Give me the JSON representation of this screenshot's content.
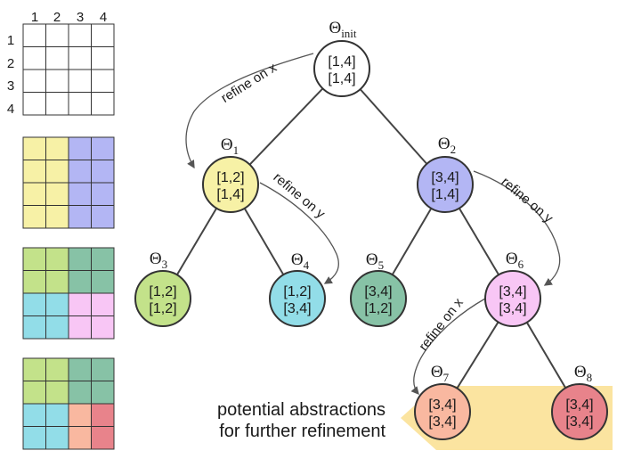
{
  "grid": {
    "col_labels": [
      "1",
      "2",
      "3",
      "4"
    ],
    "row_labels": [
      "1",
      "2",
      "3",
      "4"
    ],
    "partitions": [
      {
        "name": "initial",
        "cells": [
          [
            "#ffffff",
            "#ffffff",
            "#ffffff",
            "#ffffff"
          ],
          [
            "#ffffff",
            "#ffffff",
            "#ffffff",
            "#ffffff"
          ],
          [
            "#ffffff",
            "#ffffff",
            "#ffffff",
            "#ffffff"
          ],
          [
            "#ffffff",
            "#ffffff",
            "#ffffff",
            "#ffffff"
          ]
        ]
      },
      {
        "name": "split-x",
        "cells": [
          [
            "#f7f1a6",
            "#f7f1a6",
            "#b3b6f4",
            "#b3b6f4"
          ],
          [
            "#f7f1a6",
            "#f7f1a6",
            "#b3b6f4",
            "#b3b6f4"
          ],
          [
            "#f7f1a6",
            "#f7f1a6",
            "#b3b6f4",
            "#b3b6f4"
          ],
          [
            "#f7f1a6",
            "#f7f1a6",
            "#b3b6f4",
            "#b3b6f4"
          ]
        ]
      },
      {
        "name": "split-y",
        "cells": [
          [
            "#c3e28a",
            "#c3e28a",
            "#87c2a6",
            "#87c2a6"
          ],
          [
            "#c3e28a",
            "#c3e28a",
            "#87c2a6",
            "#87c2a6"
          ],
          [
            "#92dde8",
            "#92dde8",
            "#f8c6f5",
            "#f8c6f5"
          ],
          [
            "#92dde8",
            "#92dde8",
            "#f8c6f5",
            "#f8c6f5"
          ]
        ]
      },
      {
        "name": "split-x-again",
        "cells": [
          [
            "#c3e28a",
            "#c3e28a",
            "#87c2a6",
            "#87c2a6"
          ],
          [
            "#c3e28a",
            "#c3e28a",
            "#87c2a6",
            "#87c2a6"
          ],
          [
            "#92dde8",
            "#92dde8",
            "#f9b8a0",
            "#e8838b"
          ],
          [
            "#92dde8",
            "#92dde8",
            "#f9b8a0",
            "#e8838b"
          ]
        ]
      }
    ]
  },
  "nodes": [
    {
      "id": "init",
      "theta_sub": "init",
      "line1": "[1,4]",
      "line2": "[1,4]",
      "fill": "#ffffff"
    },
    {
      "id": "t1",
      "theta_sub": "1",
      "line1": "[1,2]",
      "line2": "[1,4]",
      "fill": "#f7f1a6"
    },
    {
      "id": "t2",
      "theta_sub": "2",
      "line1": "[3,4]",
      "line2": "[1,4]",
      "fill": "#b3b6f4"
    },
    {
      "id": "t3",
      "theta_sub": "3",
      "line1": "[1,2]",
      "line2": "[1,2]",
      "fill": "#c3e28a"
    },
    {
      "id": "t4",
      "theta_sub": "4",
      "line1": "[1,2]",
      "line2": "[3,4]",
      "fill": "#92dde8"
    },
    {
      "id": "t5",
      "theta_sub": "5",
      "line1": "[3,4]",
      "line2": "[1,2]",
      "fill": "#87c2a6"
    },
    {
      "id": "t6",
      "theta_sub": "6",
      "line1": "[3,4]",
      "line2": "[3,4]",
      "fill": "#f8c6f5"
    },
    {
      "id": "t7",
      "theta_sub": "7",
      "line1": "[3,4]",
      "line2": "[3,4]",
      "fill": "#f9b8a0"
    },
    {
      "id": "t8",
      "theta_sub": "8",
      "line1": "[3,4]",
      "line2": "[3,4]",
      "fill": "#e8838b"
    }
  ],
  "edges": [
    [
      "init",
      "t1"
    ],
    [
      "init",
      "t2"
    ],
    [
      "t1",
      "t3"
    ],
    [
      "t1",
      "t4"
    ],
    [
      "t2",
      "t5"
    ],
    [
      "t2",
      "t6"
    ],
    [
      "t6",
      "t7"
    ],
    [
      "t6",
      "t8"
    ]
  ],
  "theta_symbol": "Θ",
  "refine_labels": {
    "root_x": "refine on x",
    "left_y": "refine on y",
    "right_y": "refine on y",
    "lower_x": "refine on x"
  },
  "caption": {
    "line1": "potential abstractions",
    "line2": "for further refinement"
  },
  "colors": {
    "highlight": "#fbe4a0",
    "stroke": "#333333",
    "edge": "#444444",
    "arrow": "#555555"
  }
}
